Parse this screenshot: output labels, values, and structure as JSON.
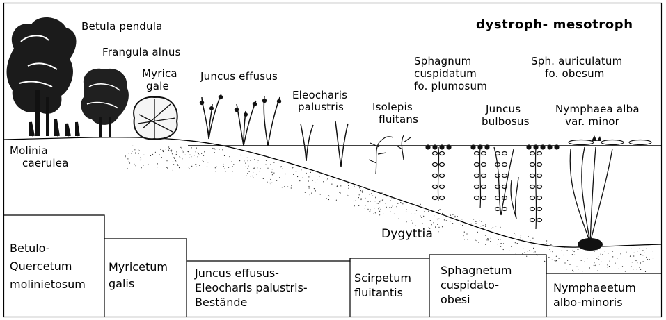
{
  "title": "dystroph- mesotroph",
  "plants": {
    "betula": "Betula pendula",
    "frangula": "Frangula alnus",
    "myrica_1": "Myrica",
    "myrica_2": "gale",
    "juncus_effusus": "Juncus effusus",
    "eleocharis_1": "Eleocharis",
    "eleocharis_2": "palustris",
    "isolepis_1": "Isolepis",
    "isolepis_2": "fluitans",
    "sphagnum_1": "Sphagnum",
    "sphagnum_2": "cuspidatum",
    "sphagnum_3": "fo. plumosum",
    "sph_aur_1": "Sph. auriculatum",
    "sph_aur_2": "fo. obesum",
    "juncus_bulb_1": "Juncus",
    "juncus_bulb_2": "bulbosus",
    "nymphaea_1": "Nymphaea alba",
    "nymphaea_2": "var. minor",
    "molinia_1": "Molinia",
    "molinia_2": "caerulea"
  },
  "sediment": "Dygyttia",
  "communities": [
    "Betulo-\nQuercetum\nmolinietosum",
    "Myricetum\ngalis",
    "Juncus effusus-\nEleocharis palustris-\nBestände",
    "Scirpetum\nfluitantis",
    "Sphagnetum\ncuspidato-\nobesi",
    "Nymphaeetum\nalbo-minoris"
  ]
}
